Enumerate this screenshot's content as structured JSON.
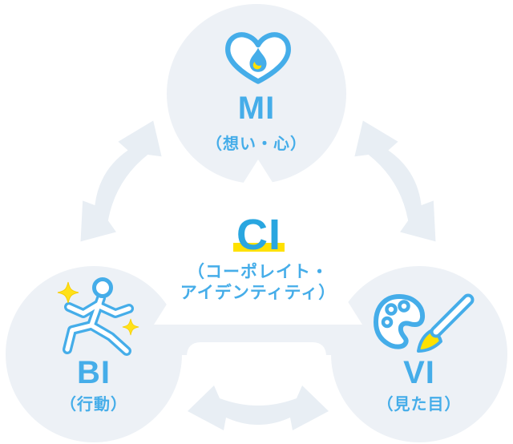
{
  "diagram": {
    "title": "CI structure diagram",
    "center": {
      "label": "CI",
      "sub_line1": "（コーポレイト・",
      "sub_line2": "アイデンティティ）",
      "icon": "highlight-underline"
    },
    "nodes": {
      "mi": {
        "label": "MI",
        "sub": "（想い・心）",
        "icon": "heart-flame-icon"
      },
      "bi": {
        "label": "BI",
        "sub": "（行動）",
        "icon": "running-person-icon"
      },
      "vi": {
        "label": "VI",
        "sub": "（見た目）",
        "icon": "palette-brush-icon"
      }
    },
    "connectors": [
      "mi-bi-arrow",
      "mi-vi-arrow",
      "bi-vi-arrow"
    ],
    "colors": {
      "accent_blue": "#45ade9",
      "ci_blue": "#29a6e0",
      "highlight_yellow": "#ffe100",
      "sparkle_yellow": "#ffe11a",
      "circle_gray": "#edf1f6",
      "arrow_gray": "#e8eef4",
      "background": "#ffffff"
    }
  }
}
